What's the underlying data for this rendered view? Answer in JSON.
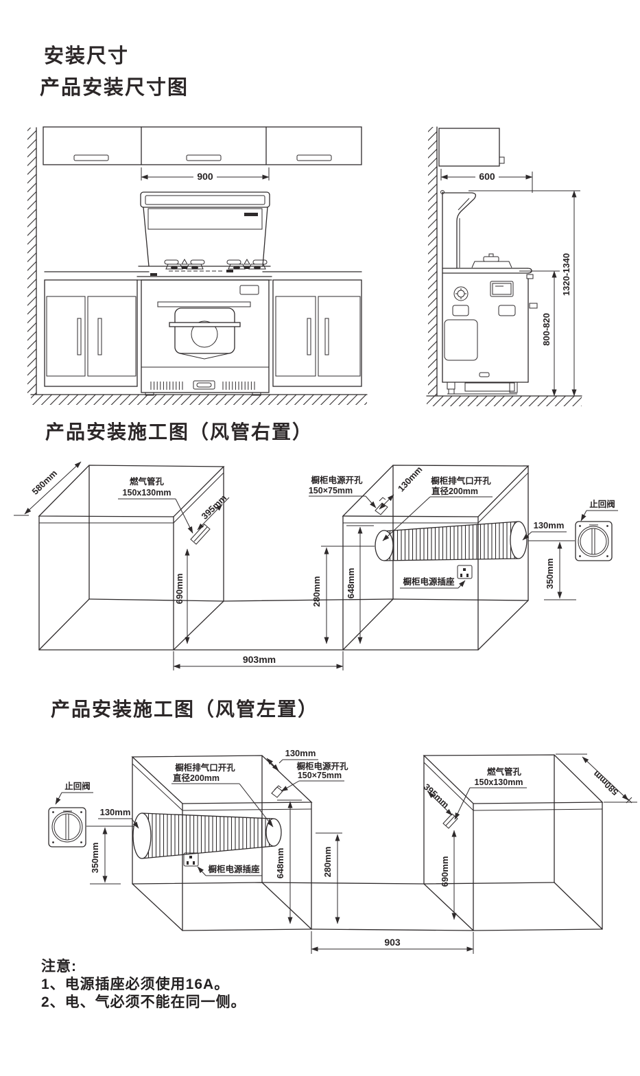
{
  "page": {
    "title_line1": "安装尺寸",
    "title_line2": "产品安装尺寸图",
    "section_right_duct": "产品安装施工图（风管右置）",
    "section_left_duct": "产品安装施工图（风管左置）"
  },
  "front_view": {
    "width_dim": "900"
  },
  "side_view": {
    "depth_dim": "600",
    "total_height_dim": "1320-1340",
    "counter_height_dim": "800-820"
  },
  "iso_right": {
    "depth_dim": "580mm",
    "gas_label1": "燃气管孔",
    "gas_label2": "150x130mm",
    "gas_offset_dim": "395mm",
    "gas_height_dim": "690mm",
    "power_label1": "橱柜电源开孔",
    "power_label2": "150×75mm",
    "power_offset_dim": "130mm",
    "exhaust_label1": "橱柜排气口开孔",
    "exhaust_label2": "直径200mm",
    "duct_center_dim": "280mm",
    "counter_dim": "648mm",
    "socket_label": "橱柜电源插座",
    "duct_end_dim": "130mm",
    "valve_label": "止回阀",
    "valve_height_dim": "350mm",
    "gap_dim": "903mm"
  },
  "iso_left": {
    "depth_dim": "580mm",
    "gas_label1": "燃气管孔",
    "gas_label2": "150x130mm",
    "gas_offset_dim": "395mm",
    "gas_height_dim": "690mm",
    "power_label1": "橱柜电源开孔",
    "power_label2": "150×75mm",
    "power_offset_dim": "130mm",
    "exhaust_label1": "橱柜排气口开孔",
    "exhaust_label2": "直径200mm",
    "duct_center_dim": "280mm",
    "counter_dim": "648mm",
    "socket_label": "橱柜电源插座",
    "duct_end_dim": "130mm",
    "valve_label": "止回阀",
    "valve_height_dim": "350mm",
    "gap_dim": "903"
  },
  "notes": {
    "heading": "注意:",
    "line1": "1、电源插座必须使用16A。",
    "line2": "2、电、气必须不能在同一侧。"
  }
}
